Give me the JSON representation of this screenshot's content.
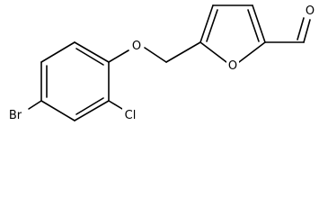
{
  "molecule": {
    "atoms": {
      "oxygen_ether": "O",
      "oxygen_furan": "O",
      "oxygen_aldehyde": "O",
      "bromine": "Br",
      "chlorine": "Cl"
    }
  },
  "colors": {
    "bond": "#000000",
    "label": "#000000",
    "background": "#ffffff"
  }
}
